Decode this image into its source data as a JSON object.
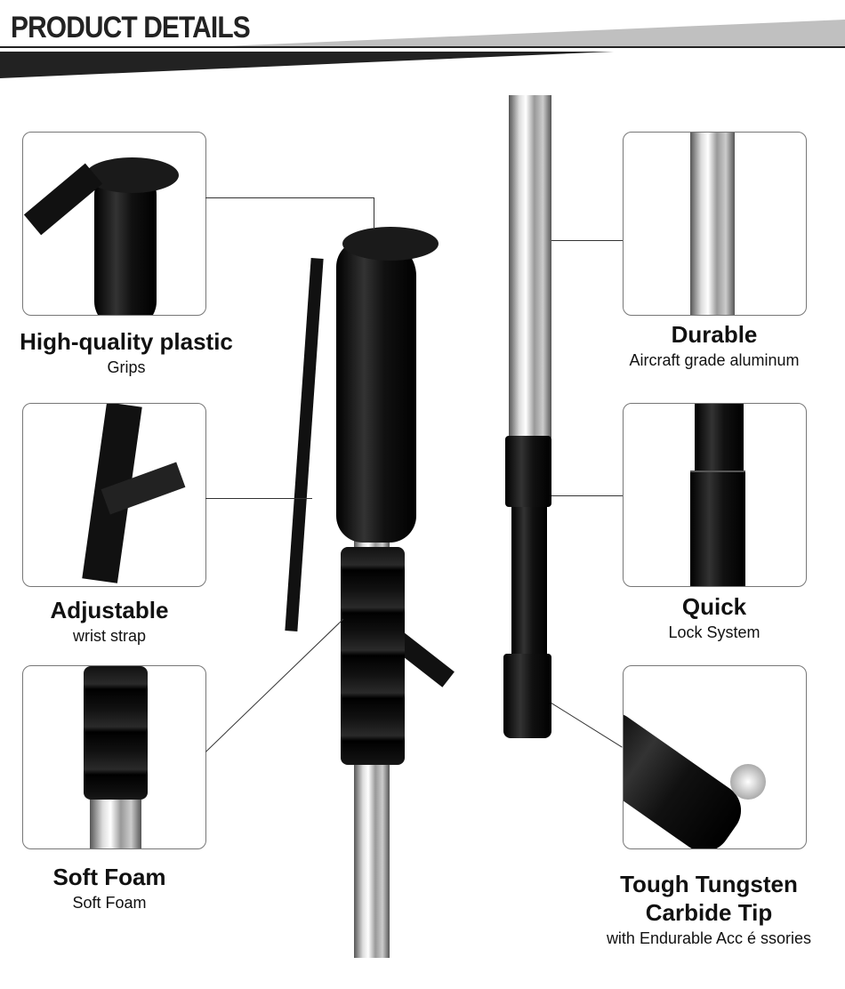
{
  "header": {
    "title": "PRODUCT DETAILS"
  },
  "features": [
    {
      "title": "High-quality plastic",
      "subtitle": "Grips"
    },
    {
      "title": "Adjustable",
      "subtitle": "wrist strap"
    },
    {
      "title": "Soft Foam",
      "subtitle": "Soft Foam"
    },
    {
      "title": "Durable",
      "subtitle": "Aircraft grade aluminum"
    },
    {
      "title": "Quick",
      "subtitle": "Lock System"
    },
    {
      "title_line1": "Tough Tungsten",
      "title_line2": "Carbide Tip",
      "subtitle": "with Endurable Acc é ssories"
    }
  ]
}
